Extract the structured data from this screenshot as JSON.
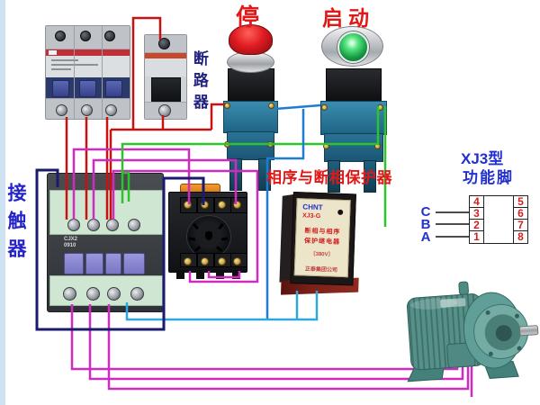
{
  "labels": {
    "stop": "停",
    "start": "启动",
    "circuit_breaker": "断路器",
    "contactor": "接触器",
    "protector_title": "相序与断相保护器"
  },
  "xj3": {
    "title1": "XJ3型",
    "title2": "功能脚",
    "phases": [
      "C",
      "B",
      "A"
    ],
    "pins_left": [
      "4",
      "3",
      "2",
      "1"
    ],
    "pins_right": [
      "5",
      "6",
      "7",
      "8"
    ]
  },
  "protector_device": {
    "brand": "CHNT",
    "model": "XJ3-G",
    "line1": "断相与相序",
    "line2": "保护继电器",
    "line3": "〔380V〕",
    "line4": "正泰集团公司"
  },
  "contactor_device": {
    "model1": "CJX2",
    "model2": "0910"
  },
  "wire_colors": {
    "red": "#c81212",
    "magenta": "#cf2bbf",
    "green": "#2bc42b",
    "blue": "#1f7cd0",
    "cyan": "#2ea8dc",
    "navy": "#1a1a6e"
  },
  "text_colors": {
    "red_label": "#e01818",
    "blue_label": "#2230cf",
    "breaker_label": "#23237f",
    "pin_digit": "#d42020"
  }
}
